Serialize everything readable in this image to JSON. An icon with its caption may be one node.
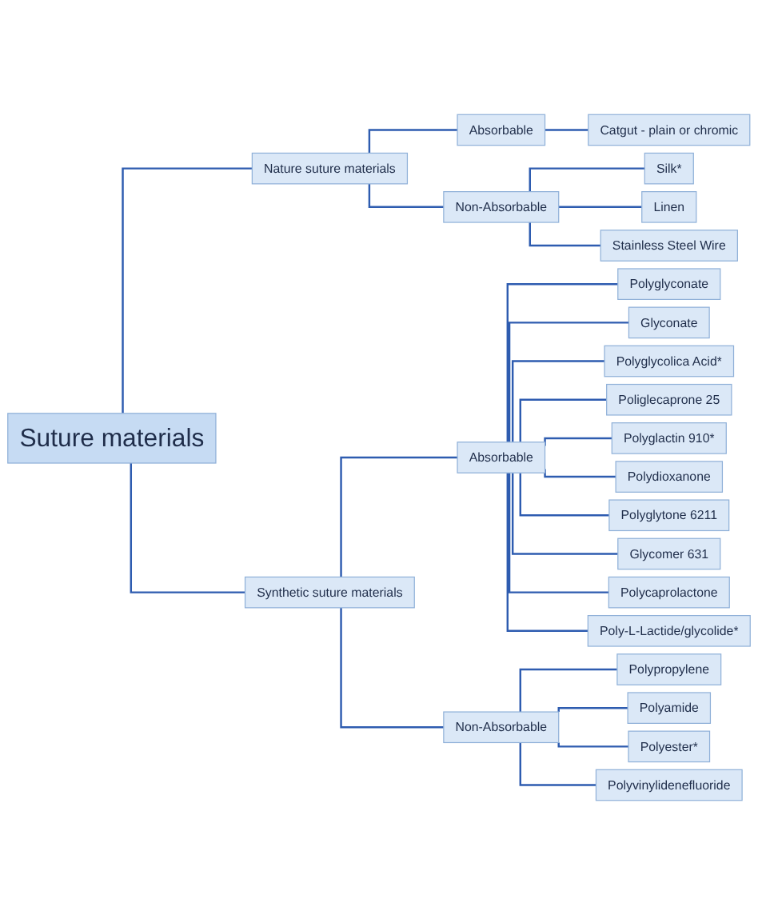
{
  "diagram": {
    "nodes": [
      {
        "text": [
          "Suture materials"
        ]
      },
      {
        "text": [
          "Nature suture materials"
        ]
      },
      {
        "text": [
          "Absorbable"
        ]
      },
      {
        "text": [
          "Catgut - plain or chromic"
        ]
      },
      {
        "text": [
          "Non-Absorbable"
        ]
      },
      {
        "text": [
          "Silk*"
        ]
      },
      {
        "text": [
          "Linen"
        ]
      },
      {
        "text": [
          "Stainless Steel Wire"
        ]
      },
      {
        "text": [
          "Synthetic suture materials"
        ]
      },
      {
        "text": [
          "Absorbable"
        ]
      },
      {
        "text": [
          "Polyglyconate"
        ]
      },
      {
        "text": [
          "Glyconate"
        ]
      },
      {
        "text": [
          "Polyglycolica Acid*"
        ]
      },
      {
        "text": [
          "Poliglecaprone 25"
        ]
      },
      {
        "text": [
          "Polyglactin 910*"
        ]
      },
      {
        "text": [
          "Polydioxanone"
        ]
      },
      {
        "text": [
          "Polyglytone 6211"
        ]
      },
      {
        "text": [
          "Glycomer 631"
        ]
      },
      {
        "text": [
          "Polycaprolactone"
        ]
      },
      {
        "text": [
          "Poly-L-Lactide/glycolide*"
        ]
      },
      {
        "text": [
          "Non-Absorbable"
        ]
      },
      {
        "text": [
          "Polypropylene"
        ]
      },
      {
        "text": [
          "Polyamide"
        ]
      },
      {
        "text": [
          "Polyester*"
        ]
      },
      {
        "text": [
          "Polyvinylidenefluoride"
        ]
      }
    ],
    "edges": [
      {
        "from": 0,
        "to": 1,
        "arrow": "none"
      },
      {
        "from": 1,
        "to": 2,
        "arrow": "none"
      },
      {
        "from": 2,
        "to": 3,
        "arrow": "none"
      },
      {
        "from": 1,
        "to": 4,
        "arrow": "none"
      },
      {
        "from": 4,
        "to": 5,
        "arrow": "none"
      },
      {
        "from": 4,
        "to": 6,
        "arrow": "none"
      },
      {
        "from": 4,
        "to": 7,
        "arrow": "none"
      },
      {
        "from": 0,
        "to": 8,
        "arrow": "none"
      },
      {
        "from": 8,
        "to": 9,
        "arrow": "none"
      },
      {
        "from": 9,
        "to": 10,
        "arrow": "none"
      },
      {
        "from": 9,
        "to": 11,
        "arrow": "none"
      },
      {
        "from": 9,
        "to": 12,
        "arrow": "none"
      },
      {
        "from": 9,
        "to": 13,
        "arrow": "none"
      },
      {
        "from": 9,
        "to": 14,
        "arrow": "none"
      },
      {
        "from": 9,
        "to": 15,
        "arrow": "none"
      },
      {
        "from": 9,
        "to": 16,
        "arrow": "none"
      },
      {
        "from": 9,
        "to": 17,
        "arrow": "none"
      },
      {
        "from": 9,
        "to": 18,
        "arrow": "none"
      },
      {
        "from": 9,
        "to": 19,
        "arrow": "none"
      },
      {
        "from": 8,
        "to": 20,
        "arrow": "none"
      },
      {
        "from": 20,
        "to": 21,
        "arrow": "none"
      },
      {
        "from": 20,
        "to": 22,
        "arrow": "none"
      },
      {
        "from": 20,
        "to": 23,
        "arrow": "none"
      },
      {
        "from": 20,
        "to": 24,
        "arrow": "none"
      }
    ]
  }
}
